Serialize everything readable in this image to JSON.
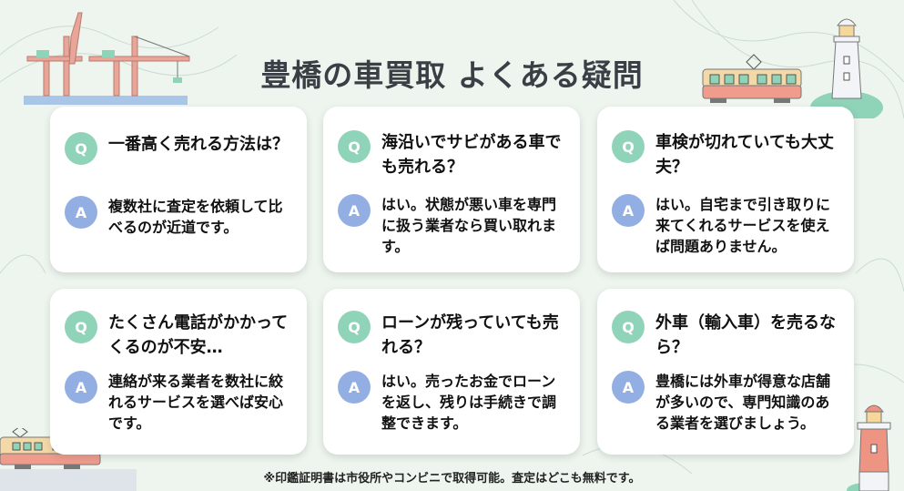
{
  "title": "豊橋の車買取 よくある疑問",
  "badges": {
    "question": "Q",
    "answer": "A"
  },
  "faq": [
    {
      "question": "一番高く売れる方法は？",
      "answer": "複数社に査定を依頼して比べるのが近道です。"
    },
    {
      "question": "海沿いでサビがある車でも売れる？",
      "answer": "はい。状態が悪い車を専門に扱う業者なら買い取れます。"
    },
    {
      "question": "車検が切れていても大丈夫？",
      "answer": "はい。自宅まで引き取りに来てくれるサービスを使えば問題ありません。"
    },
    {
      "question": "たくさん電話がかかってくるのが不安…",
      "answer": "連絡が来る業者を数社に絞れるサービスを選べば安心です。"
    },
    {
      "question": "ローンが残っていても売れる？",
      "answer": "はい。売ったお金でローンを返し、残りは手続きで調整できます。"
    },
    {
      "question": "外車（輸入車）を売るなら？",
      "answer": "豊橋には外車が得意な店舗が多いので、専門知識のある業者を選びましょう。"
    }
  ],
  "footnote": "※印鑑証明書は市役所やコンビニで取得可能。査定はどこも無料です。",
  "colors": {
    "background": "#eef5ee",
    "question_badge": "#8fd3b8",
    "answer_badge": "#92aee3",
    "title_text": "#3a3f45",
    "crane": "#e8a598",
    "tram_body": "#f3d9a8",
    "tram_bottom": "#ef9c8c",
    "lighthouse_red": "#ee9483"
  },
  "illustrations": [
    "harbor-crane-illustration",
    "tram-illustration",
    "white-lighthouse-illustration",
    "red-lighthouse-illustration"
  ]
}
